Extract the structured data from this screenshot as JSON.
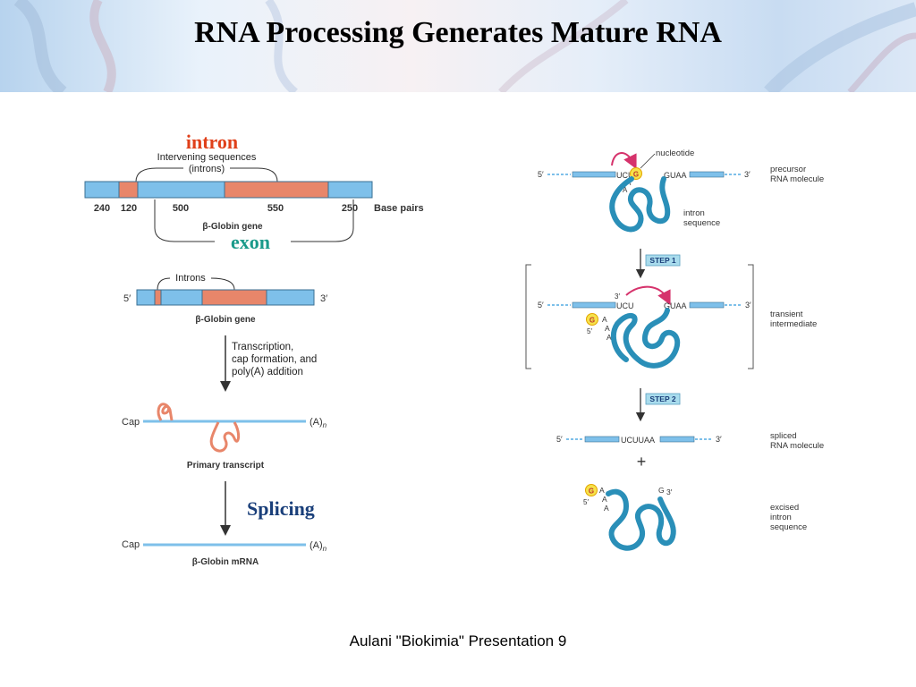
{
  "title": "RNA Processing Generates Mature RNA",
  "footer": "Aulani \"Biokimia\" Presentation 9",
  "colors": {
    "exon": "#7ec0ea",
    "intron": "#e8866a",
    "intron_label": "#e0401a",
    "exon_label": "#1a9a8a",
    "splicing_label": "#1a3f7a",
    "rna": "#2a8fb8",
    "arrow_red": "#d6336c",
    "guanine": "#f6e24a"
  },
  "left": {
    "intron_label": "intron",
    "intervening_line1": "Intervening sequences",
    "intervening_line2": "(introns)",
    "ticks": [
      "240",
      "120",
      "500",
      "550",
      "250"
    ],
    "base_pairs": "Base pairs",
    "gene_label1": "β-Globin gene",
    "exon_label": "exon",
    "introns_label": "Introns",
    "five_prime": "5′",
    "three_prime": "3′",
    "gene_label2": "β-Globin gene",
    "transcription_lines": [
      "Transcription,",
      "cap formation, and",
      "poly(A) addition"
    ],
    "cap1": "Cap",
    "polya1": "(A)",
    "polya1_sub": "n",
    "primary_transcript": "Primary transcript",
    "splicing_label": "Splicing",
    "cap2": "Cap",
    "polya2": "(A)",
    "polya2_sub": "n",
    "mrna_label": "β-Globin mRNA"
  },
  "right": {
    "nucleotide_label": "nucleotide",
    "precursor_lines": [
      "precursor",
      "RNA molecule"
    ],
    "row1_5": "5′",
    "row1_ucua": "UCUA",
    "row1_g": "G",
    "row1_guaa": "GUAA",
    "row1_3": "3′",
    "row1_a1": "A",
    "row1_a2": "A",
    "intron_seq_lines": [
      "intron",
      "sequence"
    ],
    "step1": "STEP 1",
    "row2_5": "5′",
    "row2_ucu": "UCU",
    "row2_3a": "3′",
    "row2_guaa": "GUAA",
    "row2_3": "3′",
    "row2_g": "G",
    "row2_a1": "A",
    "row2_a2": "A",
    "row2_a3": "A",
    "row2_5b": "5′",
    "transient_lines": [
      "transient",
      "intermediate"
    ],
    "step2": "STEP 2",
    "row3_5": "5′",
    "row3_seq": "UCUUAA",
    "row3_3": "3′",
    "spliced_lines": [
      "spliced",
      "RNA molecule"
    ],
    "plus": "+",
    "row4_g": "G",
    "row4_a1": "A",
    "row4_a2": "A",
    "row4_a3": "A",
    "row4_5": "5′",
    "row4_gend": "G",
    "row4_3": "3′",
    "excised_lines": [
      "excised",
      "intron",
      "sequence"
    ]
  }
}
